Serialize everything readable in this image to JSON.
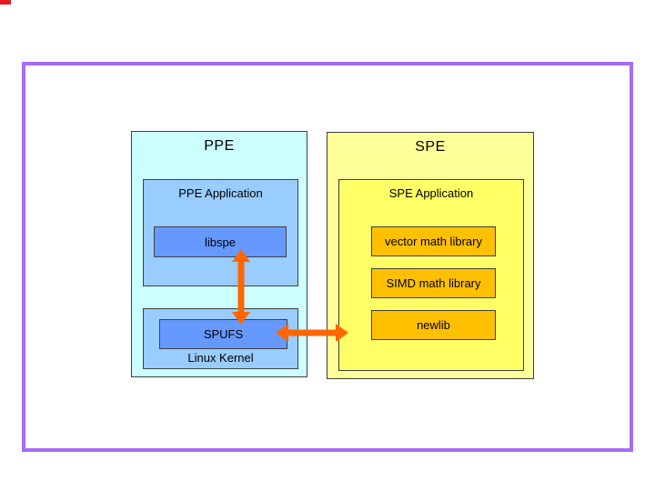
{
  "diagram": {
    "ppe": {
      "title": "PPE",
      "application": {
        "title": "PPE Application",
        "items": [
          {
            "label": "libspe"
          }
        ]
      },
      "kernel": {
        "title": "Linux Kernel",
        "items": [
          {
            "label": "SPUFS"
          }
        ]
      }
    },
    "spe": {
      "title": "SPE",
      "application": {
        "title": "SPE Application",
        "items": [
          {
            "label": "vector math library"
          },
          {
            "label": "SIMD math library"
          },
          {
            "label": "newlib"
          }
        ]
      }
    },
    "connections": [
      {
        "name": "libspe-spufs-arrow",
        "type": "double-headed-vertical"
      },
      {
        "name": "spufs-spe-arrow",
        "type": "double-headed-horizontal"
      }
    ]
  },
  "colors": {
    "frame_border": "#A76BF5",
    "ppe_fill": "#CCFFFF",
    "ppe_inner_fill": "#99CCFF",
    "blue_item_fill": "#6699FF",
    "spe_fill": "#FFFF99",
    "spe_inner_fill": "#FFFF66",
    "gold_item_fill": "#FFC000",
    "arrow": "#FF6600",
    "box_border": "#404040",
    "artifact_red": "#E31B23"
  }
}
